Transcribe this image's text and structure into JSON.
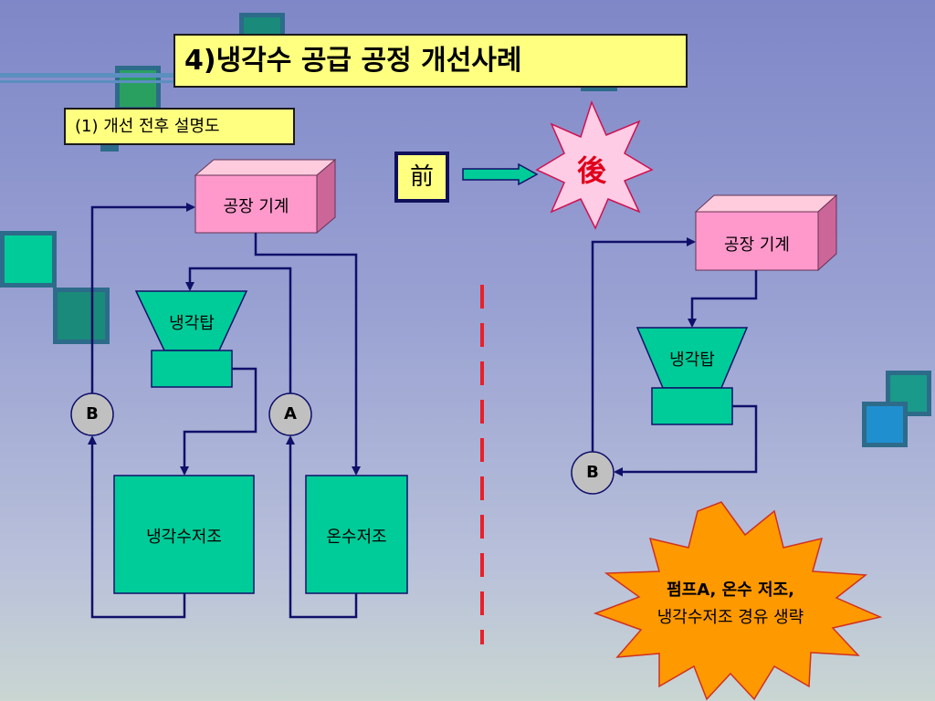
{
  "title": "4)냉각수 공급 공정 개선사례",
  "subtitle": "(1) 개선 전후 설명도",
  "before_label": "前",
  "after_label": "後",
  "before_diagram": {
    "factory": "공장 기계",
    "cooling_tower": "냉각탑",
    "pump_b": "B",
    "pump_a": "A",
    "cold_tank": "냉각수저조",
    "hot_tank": "온수저조"
  },
  "after_diagram": {
    "factory": "공장 기계",
    "cooling_tower": "냉각탑",
    "pump_b": "B"
  },
  "callout": {
    "line1": "펌프A, 온수 저조,",
    "line2": "냉각수저조 경유 생략"
  },
  "colors": {
    "title_bg": "#ffff80",
    "factory_pink": "#ff99cc",
    "tank_green": "#00cc99",
    "line_navy": "#10106a",
    "divider_red": "#e8202a",
    "starburst_orange": "#ff9900",
    "starburst_pink": "#ffcce6"
  }
}
